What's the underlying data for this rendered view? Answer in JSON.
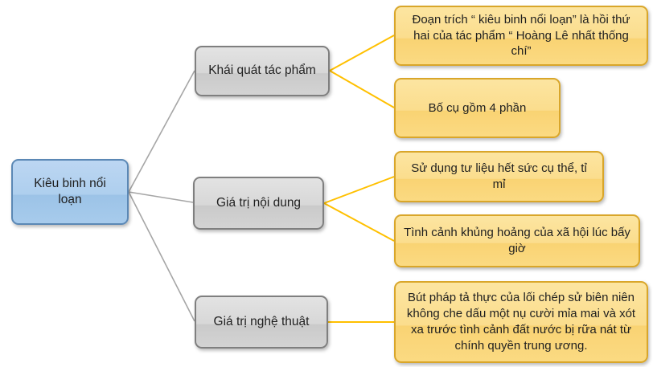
{
  "diagram": {
    "root": {
      "label": "Kiêu binh nổi loạn"
    },
    "branches": [
      {
        "label": "Khái quát tác phẩm",
        "leaves": [
          "Đoạn trích “ kiêu binh nổi loạn” là hồi thứ hai của tác phẩm “ Hoàng Lê nhất thống chí”",
          "Bố cụ gồm 4 phần"
        ]
      },
      {
        "label": "Giá trị nội dung",
        "leaves": [
          "Sử dụng tư liệu hết sức cụ thể, tỉ mỉ",
          "Tình cảnh khủng hoảng của xã hội lúc bấy giờ"
        ]
      },
      {
        "label": "Giá trị nghệ thuật",
        "leaves": [
          "Bút pháp tả thực của lối chép sử biên niên không che dấu một nụ cười mỉa mai và xót xa trước tình cảnh đất nước bị rữa nát từ chính quyền trung ương."
        ]
      }
    ]
  },
  "colors": {
    "root_fill": "#9CC3E7",
    "root_border": "#5B88B5",
    "branch_fill": "#D3D3D3",
    "branch_border": "#7F7F7F",
    "leaf_fill": "#FBD97F",
    "leaf_border": "#D9A62A",
    "connector_primary": "#A6A6A6",
    "connector_secondary": "#FFC000",
    "text": "#1F1F1F",
    "background": "#FFFFFF"
  }
}
